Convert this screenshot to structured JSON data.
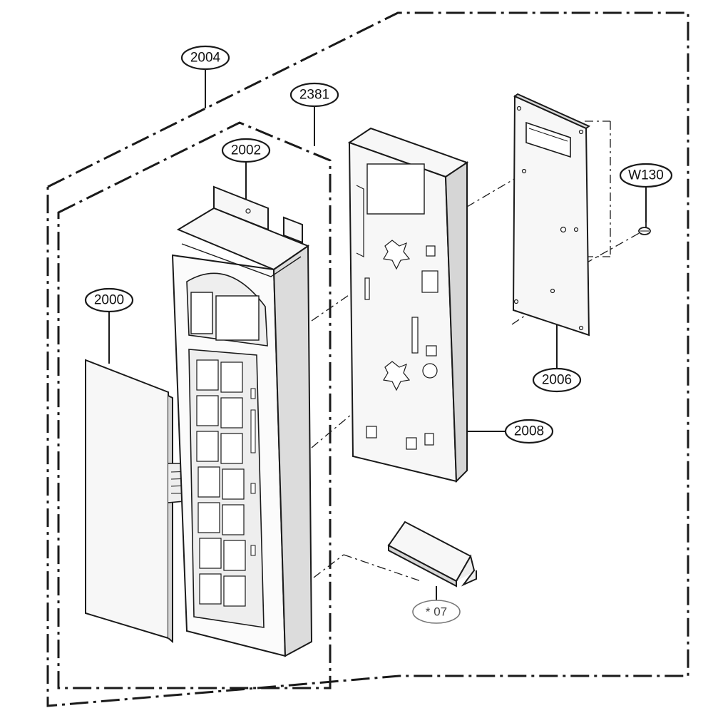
{
  "diagram": {
    "labels": {
      "l2004": "2004",
      "l2381": "2381",
      "l2002": "2002",
      "l2000": "2000",
      "lW130": "W130",
      "l2006": "2006",
      "l2008": "2008",
      "l07": "* 07"
    },
    "colors": {
      "line": "#1a1a1a",
      "part_fill": "#f7f7f7",
      "part_shade": "#d6d6d6"
    }
  }
}
